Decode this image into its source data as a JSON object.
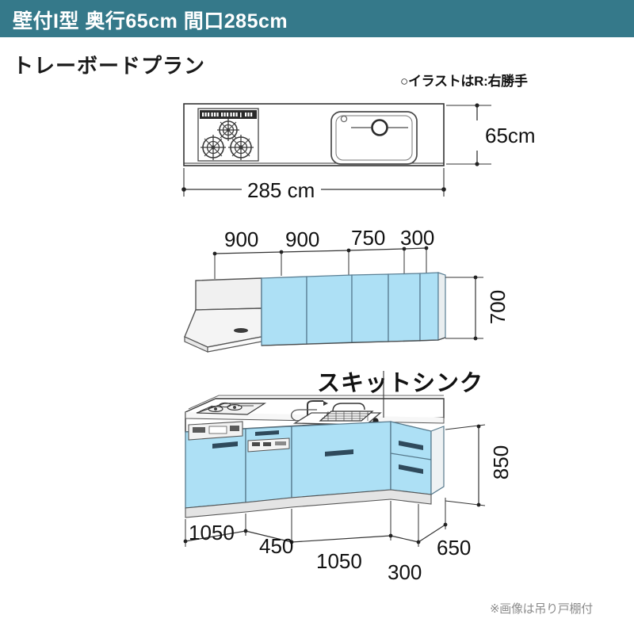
{
  "header": {
    "title": "壁付I型 奥行65cm 間口285cm",
    "bar_color": "#35798a"
  },
  "plan": {
    "subtitle": "トレーボードプラン",
    "hand_note": "○イラストはR:右勝手",
    "footnote": "※画像は吊り戸棚付",
    "sink_label": "スキットシンク",
    "cabinet_color": "#ade0f5"
  },
  "topview": {
    "width_label": "285 cm",
    "depth_label": "65cm",
    "cooktop_name": "gas-cooktop-3-burner",
    "sink_name": "sink-basin"
  },
  "upper_cabinets": {
    "segments": [
      "900",
      "900",
      "750",
      "300"
    ],
    "height_label": "700",
    "hood_name": "range-hood",
    "door_count": 5
  },
  "lower_cabinets": {
    "segments": [
      "1050",
      "450",
      "1050",
      "300",
      "650"
    ],
    "height_label": "850"
  }
}
